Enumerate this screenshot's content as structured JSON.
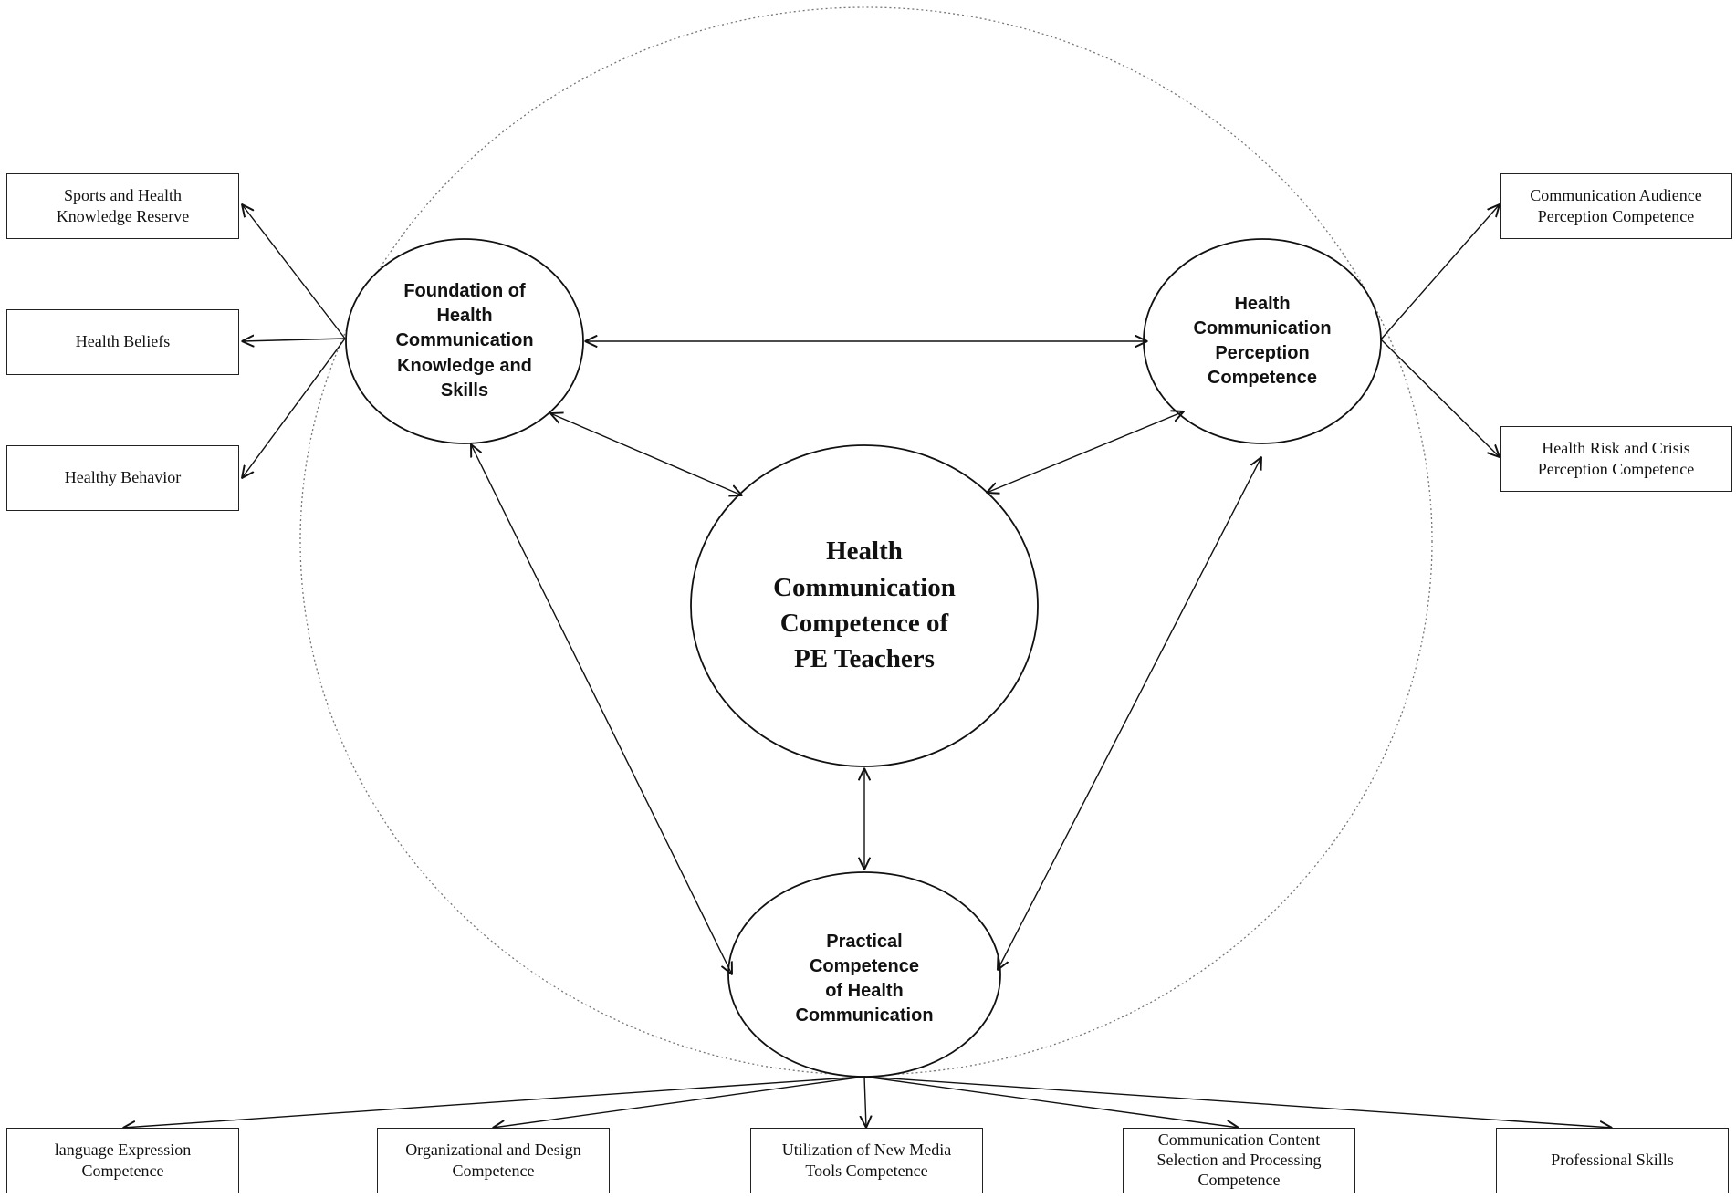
{
  "diagram": {
    "center": {
      "lines": [
        "Health",
        "Communication",
        "Competence of",
        "PE Teachers"
      ]
    },
    "nodes": {
      "foundation": {
        "lines": [
          "Foundation of",
          "Health",
          "Communication",
          "Knowledge and",
          "Skills"
        ]
      },
      "perception": {
        "lines": [
          "Health",
          "Communication",
          "Perception",
          "Competence"
        ]
      },
      "practical": {
        "lines": [
          "Practical",
          "Competence",
          "of Health",
          "Communication"
        ]
      }
    },
    "left_boxes": [
      {
        "lines": [
          "Sports and Health",
          "Knowledge Reserve"
        ]
      },
      {
        "lines": [
          "Health Beliefs"
        ]
      },
      {
        "lines": [
          "Healthy Behavior"
        ]
      }
    ],
    "right_boxes": [
      {
        "lines": [
          "Communication Audience",
          "Perception Competence"
        ]
      },
      {
        "lines": [
          "Health Risk and Crisis",
          "Perception Competence"
        ]
      }
    ],
    "bottom_boxes": [
      {
        "lines": [
          "language Expression",
          "Competence"
        ]
      },
      {
        "lines": [
          "Organizational and Design",
          "Competence"
        ]
      },
      {
        "lines": [
          "Utilization of New Media",
          "Tools Competence"
        ]
      },
      {
        "lines": [
          "Communication Content",
          "Selection and Processing",
          "Competence"
        ]
      },
      {
        "lines": [
          "Professional Skills"
        ]
      }
    ]
  }
}
